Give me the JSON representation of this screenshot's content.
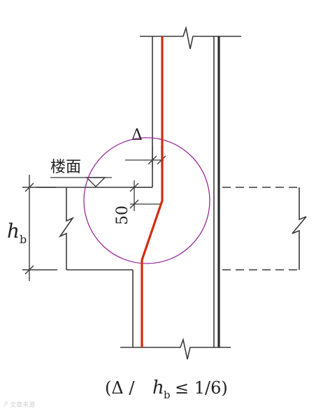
{
  "labels": {
    "floor": "楼面",
    "delta": "Δ",
    "dim_50": "50",
    "hb_h": "h",
    "hb_sub": "b",
    "caption_open": "(Δ /",
    "caption_h": "h",
    "caption_sub": "b",
    "caption_rest": "≤ 1/6)",
    "watermark": "🝯 文章来源"
  },
  "colors": {
    "line": "#3a3a3a",
    "rebar": "#d42a12",
    "circle": "#9a2a9a",
    "rebar_dark": "#2a2a2a"
  }
}
